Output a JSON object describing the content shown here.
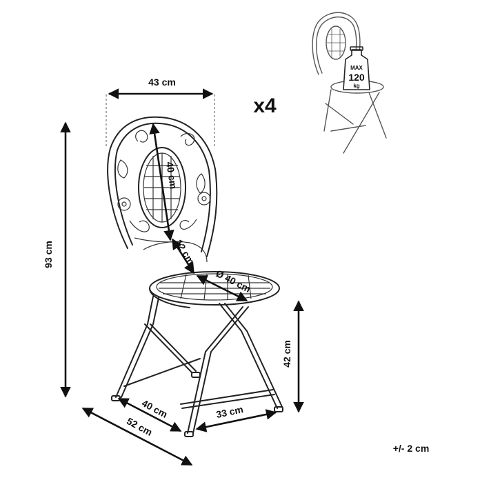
{
  "dimensions": {
    "width_top": "43 cm",
    "height_total": "93 cm",
    "backrest_height": "40 cm",
    "seat_to_backrest_gap": "12 cm",
    "seat_diameter": "Ø 40 cm",
    "seat_height": "42 cm",
    "frame_depth": "40 cm",
    "base_depth": "52 cm",
    "base_width": "33 cm"
  },
  "quantity": "x4",
  "load_badge": {
    "line1": "MAX",
    "line2": "120",
    "line3": "kg"
  },
  "tolerance": "+/- 2 cm",
  "colors": {
    "line": "#111111",
    "background": "#ffffff"
  }
}
